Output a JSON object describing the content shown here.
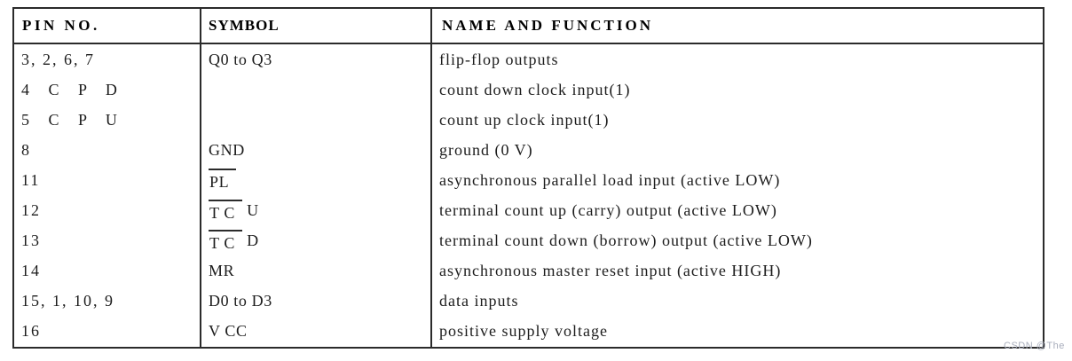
{
  "table": {
    "headers": {
      "pin": "PIN NO.",
      "symbol": "SYMBOL",
      "function": "NAME AND FUNCTION"
    },
    "rows": [
      {
        "pin": "3, 2, 6, 7",
        "symbol_overline": "",
        "symbol": "Q0 to Q3",
        "function": "flip-flop outputs"
      },
      {
        "pin": "4   C   P   D",
        "symbol_overline": "",
        "symbol": "",
        "function": "count down clock input(1)"
      },
      {
        "pin": "5   C   P   U",
        "symbol_overline": "",
        "symbol": "",
        "function": "count up clock input(1)"
      },
      {
        "pin": "8",
        "symbol_overline": "",
        "symbol": "GND",
        "function": "ground (0 V)"
      },
      {
        "pin": "11",
        "symbol_overline": "PL",
        "symbol": "",
        "function": "asynchronous parallel load input (active LOW)"
      },
      {
        "pin": "12",
        "symbol_overline": "T C",
        "symbol": " U",
        "function": "terminal count up (carry) output (active LOW)"
      },
      {
        "pin": "13",
        "symbol_overline": "T C",
        "symbol": " D",
        "function": "terminal count down (borrow) output (active LOW)"
      },
      {
        "pin": "14",
        "symbol_overline": "",
        "symbol": "MR",
        "function": "asynchronous master reset input (active HIGH)"
      },
      {
        "pin": "15, 1, 10, 9",
        "symbol_overline": "",
        "symbol": "D0 to D3",
        "function": "data inputs"
      },
      {
        "pin": "16",
        "symbol_overline": "",
        "symbol": "V CC",
        "function": "positive supply voltage"
      }
    ]
  },
  "watermark": {
    "text": "CSDN @The"
  },
  "colors": {
    "border": "#2b2b2b",
    "text": "#1c1c1c",
    "background": "#ffffff",
    "watermark": "#a9aebc"
  }
}
